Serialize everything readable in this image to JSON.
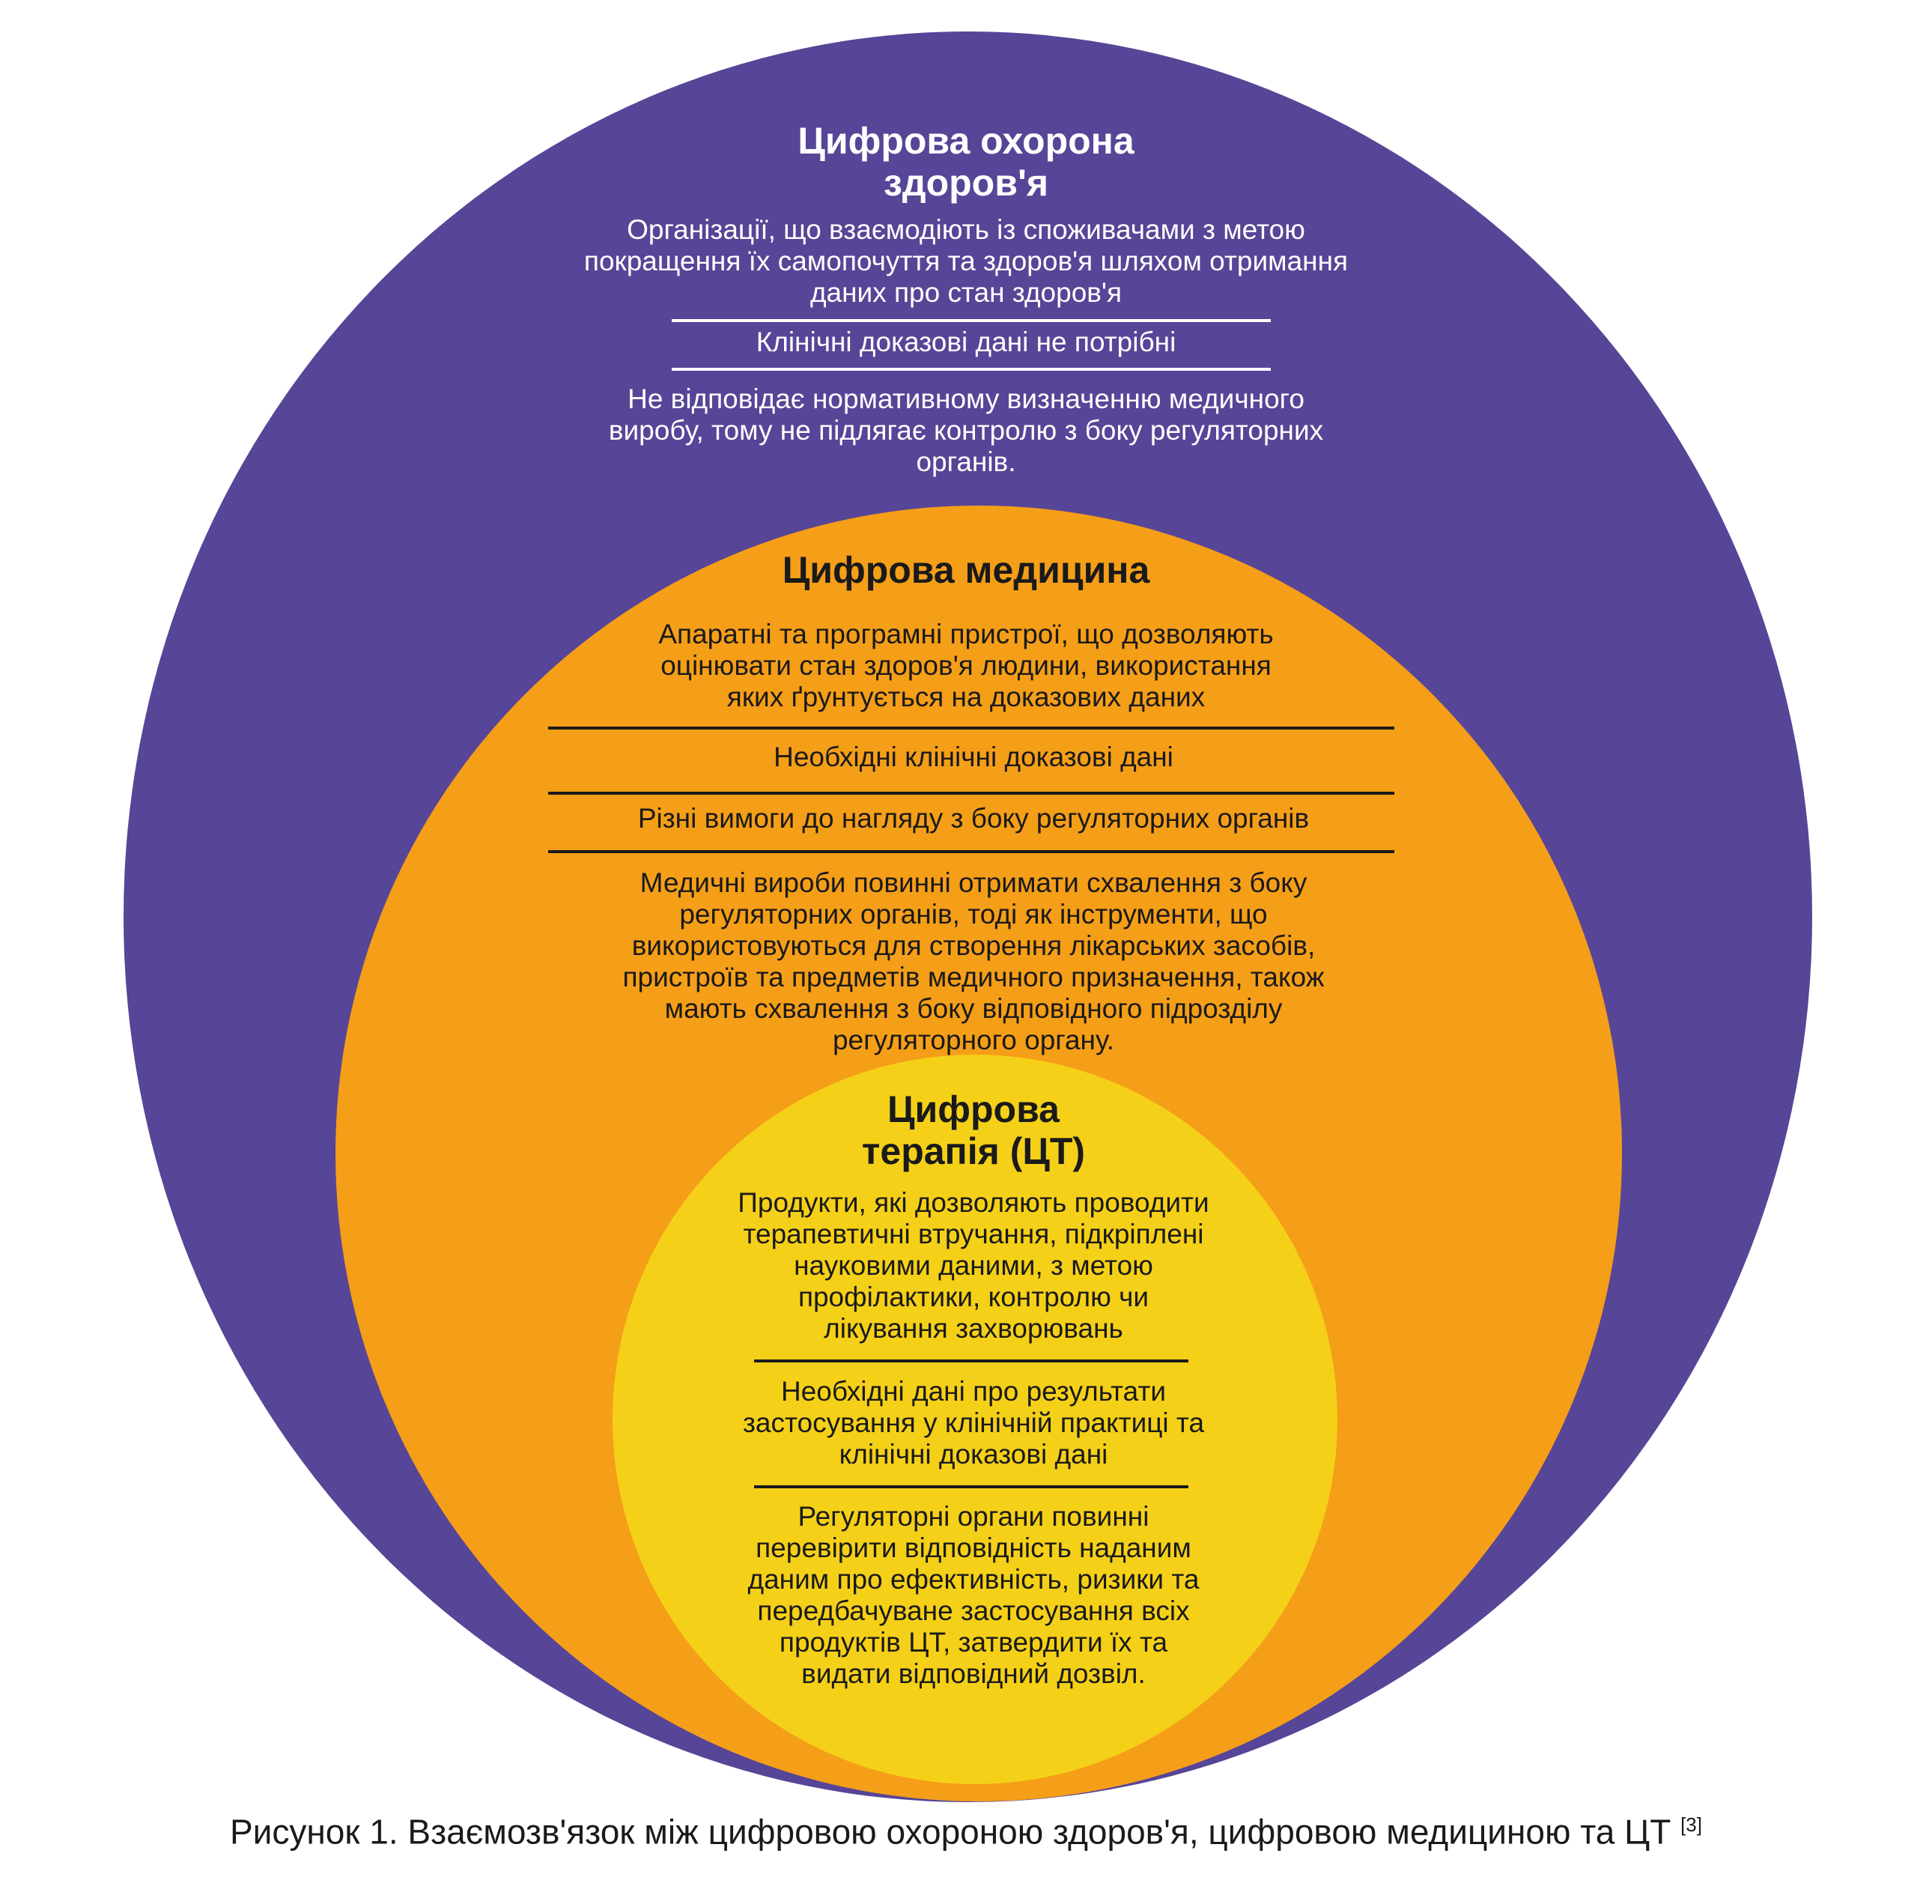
{
  "colors": {
    "outer": "#574597",
    "middle": "#f59e18",
    "inner": "#f5d018",
    "outer_text": "#ffffff",
    "inner_text": "#1a1a1a"
  },
  "outer": {
    "title_line1": "Цифрова охорона",
    "title_line2": "здоров'я",
    "desc_line1": "Організації, що взаємодіють із споживачами з метою",
    "desc_line2": "покращення їх самопочуття та здоров'я шляхом отримання",
    "desc_line3": "даних про стан здоров'я",
    "evidence": "Клінічні доказові дані не потрібні",
    "reg_line1": "Не відповідає нормативному визначенню медичного",
    "reg_line2": "виробу, тому не підлягає контролю з боку регуляторних",
    "reg_line3": "органів."
  },
  "middle": {
    "title": "Цифрова медицина",
    "desc_line1": "Апаратні та програмні пристрої, що дозволяють",
    "desc_line2": "оцінювати стан здоров'я людини, використання",
    "desc_line3": "яких ґрунтується на доказових даних",
    "evidence": "Необхідні клінічні доказові дані",
    "oversight": "Різні вимоги до нагляду з боку регуляторних органів",
    "reg_line1": "Медичні вироби повинні отримати схвалення з боку",
    "reg_line2": "регуляторних органів, тоді як інструменти, що",
    "reg_line3": "використовуються для створення лікарських засобів,",
    "reg_line4": "пристроїв та предметів медичного призначення, також",
    "reg_line5": "мають схвалення з боку відповідного підрозділу",
    "reg_line6": "регуляторного органу."
  },
  "inner": {
    "title_line1": "Цифрова",
    "title_line2": "терапія (ЦТ)",
    "desc_line1": "Продукти, які дозволяють проводити",
    "desc_line2": "терапевтичні втручання, підкріплені",
    "desc_line3": "науковими даними, з метою",
    "desc_line4": "профілактики, контролю чи",
    "desc_line5": "лікування захворювань",
    "evidence_line1": "Необхідні дані про результати",
    "evidence_line2": "застосування у клінічній практиці та",
    "evidence_line3": "клінічні доказові дані",
    "reg_line1": "Регуляторні органи повинні",
    "reg_line2": "перевірити відповідність наданим",
    "reg_line3": "даним про ефективність, ризики та",
    "reg_line4": "передбачуване застосування всіх",
    "reg_line5": "продуктів ЦТ, затвердити їх та",
    "reg_line6": "видати відповідний дозвіл."
  },
  "caption": {
    "text": "Рисунок 1. Взаємозв'язок між цифровою охороною здоров'я, цифровою медициною та ЦТ",
    "ref": "[3]"
  }
}
